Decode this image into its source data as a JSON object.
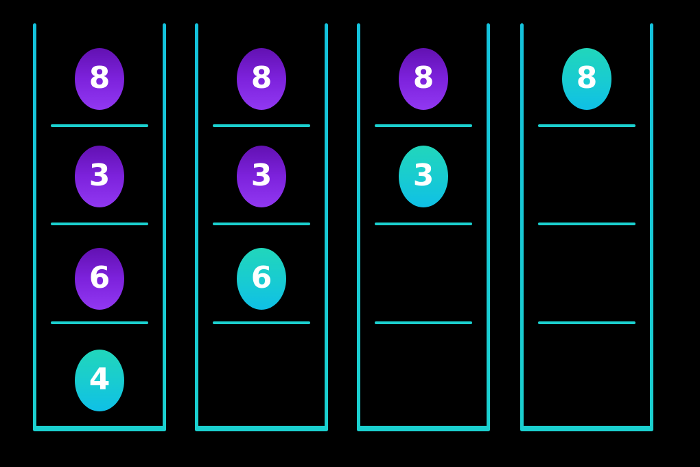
{
  "board": {
    "background_color": "#000000",
    "tube_line_color": "#1bd0cf",
    "ball_text_color": "#ffffff",
    "ball_palette": {
      "purple_top": "#6211b2",
      "purple_bottom": "#9138f2",
      "cyan_top": "#21d6bb",
      "cyan_bottom": "#0fc0e6"
    },
    "tube_count": 4,
    "slots_per_tube": 4,
    "tubes": [
      {
        "slots": [
          {
            "value": "8",
            "color": "purple"
          },
          {
            "value": "3",
            "color": "purple"
          },
          {
            "value": "6",
            "color": "purple"
          },
          {
            "value": "4",
            "color": "cyan"
          }
        ]
      },
      {
        "slots": [
          {
            "value": "8",
            "color": "purple"
          },
          {
            "value": "3",
            "color": "purple"
          },
          {
            "value": "6",
            "color": "cyan"
          },
          {
            "value": "",
            "color": "empty"
          }
        ]
      },
      {
        "slots": [
          {
            "value": "8",
            "color": "purple"
          },
          {
            "value": "3",
            "color": "cyan"
          },
          {
            "value": "",
            "color": "empty"
          },
          {
            "value": "",
            "color": "empty"
          }
        ]
      },
      {
        "slots": [
          {
            "value": "8",
            "color": "cyan"
          },
          {
            "value": "",
            "color": "empty"
          },
          {
            "value": "",
            "color": "empty"
          },
          {
            "value": "",
            "color": "empty"
          }
        ]
      }
    ]
  }
}
